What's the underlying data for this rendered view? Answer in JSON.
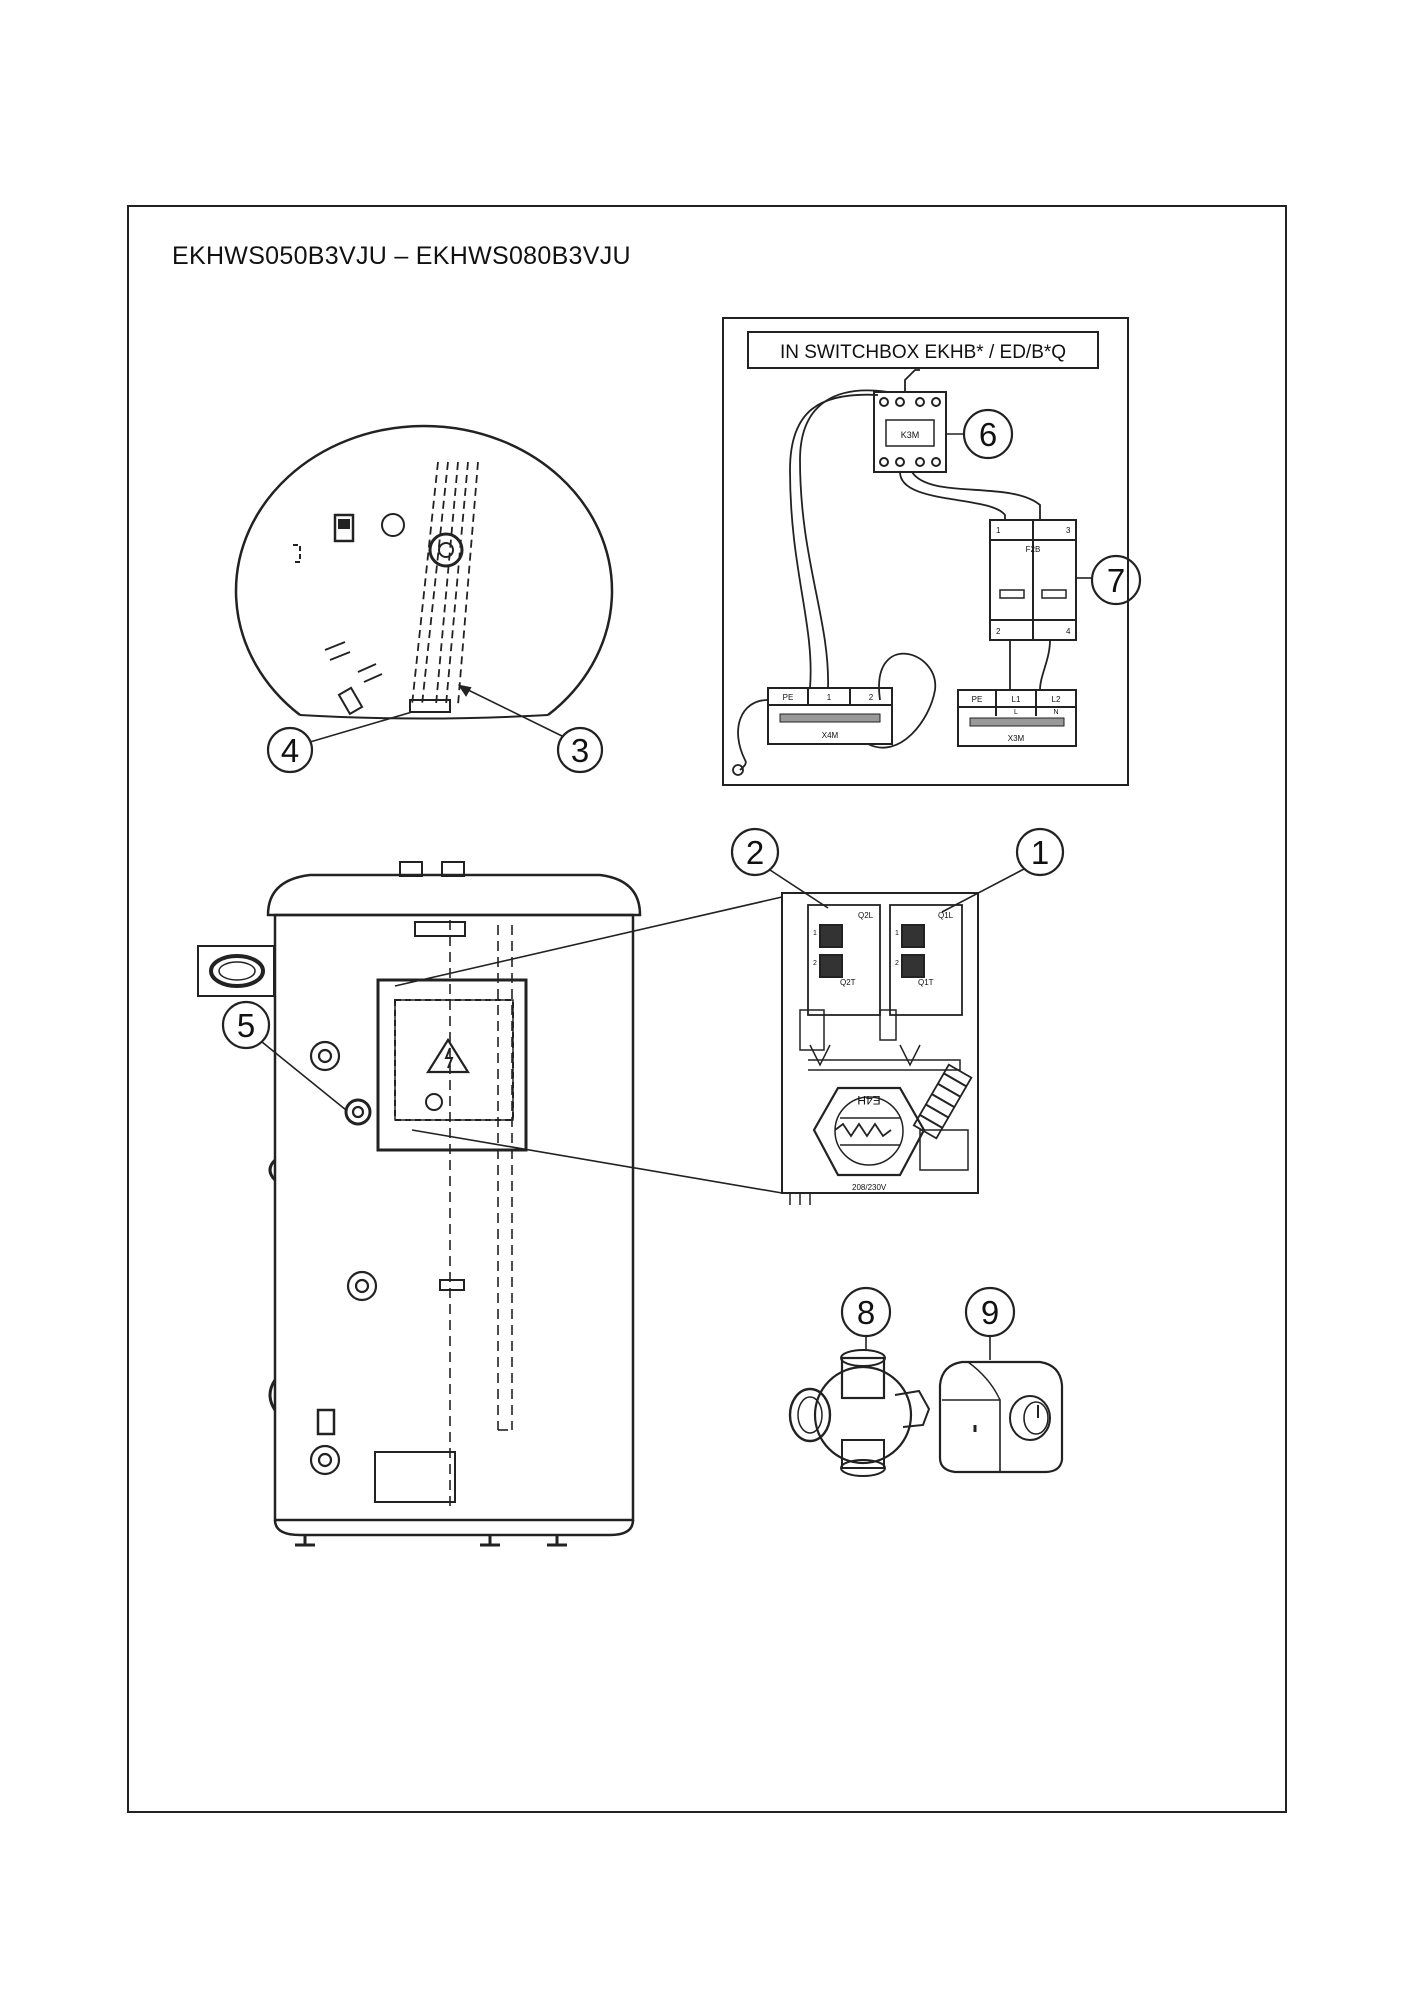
{
  "title": "EKHWS050B3VJU – EKHWS080B3VJU",
  "switchbox": {
    "header": "IN SWITCHBOX EKHB* / ED/B*Q",
    "contactor": "K3M",
    "breaker": "F2B",
    "breaker_terminals": [
      "1",
      "3",
      "2",
      "4"
    ],
    "terminal_x4m": {
      "name": "X4M",
      "labels": [
        "PE",
        "1",
        "2"
      ]
    },
    "terminal_x3m": {
      "name": "X3M",
      "labels": [
        "PE",
        "L1",
        "L2"
      ],
      "sub": [
        "L",
        "N"
      ]
    }
  },
  "detail": {
    "thermostat_left": "Q2L",
    "thermostat_right": "Q1L",
    "q2t": "Q2T",
    "q1t": "Q1T",
    "heater": "E4H",
    "voltage": "208/230V",
    "pin_labels": [
      "1",
      "2",
      "1",
      "2"
    ]
  },
  "callouts": [
    "1",
    "2",
    "3",
    "4",
    "5",
    "6",
    "7",
    "8",
    "9"
  ]
}
